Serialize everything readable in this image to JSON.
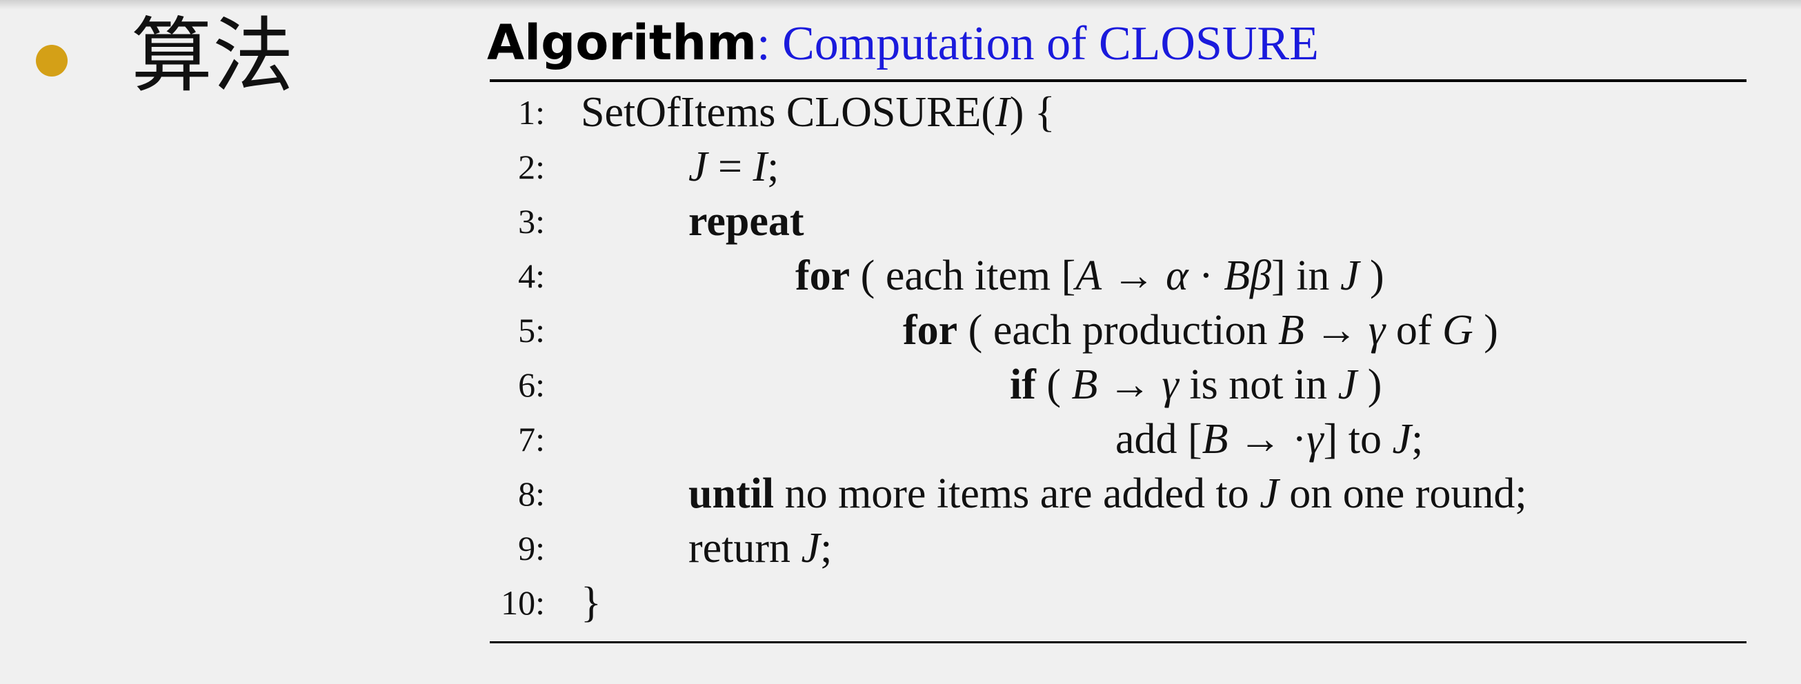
{
  "heading": "算法",
  "algorithm": {
    "keyword": "Algorithm",
    "separator": ": ",
    "name": "Computation of CLOSURE"
  },
  "lines": [
    {
      "num": "1:",
      "t1": "SetOfItems CLOSURE(",
      "m1": "I",
      "t2": ") {"
    },
    {
      "num": "2:",
      "m1": "J",
      "t1": " = ",
      "m2": "I",
      "t2": ";"
    },
    {
      "num": "3:",
      "kw": "repeat"
    },
    {
      "num": "4:",
      "kw": "for",
      "t1": " ( each item [",
      "m1": "A",
      "t2": " → ",
      "m2": "α",
      "t3": " · ",
      "m3": "Bβ",
      "t4": "] in ",
      "m4": "J",
      "t5": " )"
    },
    {
      "num": "5:",
      "kw": "for",
      "t1": " ( each production ",
      "m1": "B",
      "t2": " → ",
      "m2": "γ",
      "t3": " of ",
      "m3": "G",
      "t4": " )"
    },
    {
      "num": "6:",
      "kw": "if",
      "t1": " ( ",
      "m1": "B",
      "t2": " → ",
      "m2": "γ",
      "t3": " is not in ",
      "m3": "J",
      "t4": " )"
    },
    {
      "num": "7:",
      "t1": "add [",
      "m1": "B",
      "t2": " → ·",
      "m2": "γ",
      "t3": "] to ",
      "m3": "J",
      "t4": ";"
    },
    {
      "num": "8:",
      "kw": "until",
      "t1": " no more items are added to ",
      "m1": "J",
      "t2": " on one round;"
    },
    {
      "num": "9:",
      "t1": "return ",
      "m1": "J",
      "t2": ";"
    },
    {
      "num": "10:",
      "t1": "}"
    }
  ]
}
